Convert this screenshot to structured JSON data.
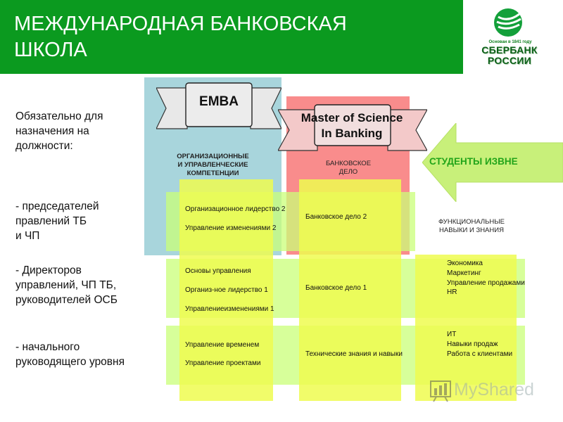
{
  "header": {
    "title_line1": "МЕЖДУНАРОДНАЯ БАНКОВСКАЯ",
    "title_line2": "ШКОЛА"
  },
  "logo": {
    "caption": "Основан в 1841 году",
    "name_line1": "СБЕРБАНК",
    "name_line2": "РОССИИ",
    "icon": "sberbank-logo-icon"
  },
  "left": {
    "intro": [
      "Обязательно для",
      "назначения на",
      "должности:"
    ],
    "level1": [
      "- председателей",
      "правлений ТБ",
      "и ЧП"
    ],
    "level2": [
      "- Директоров",
      "управлений, ЧП ТБ,",
      "руководителей ОСБ"
    ],
    "level3": [
      "- начального",
      "руководящего уровня"
    ]
  },
  "ribbons": {
    "emba": "EMBA",
    "ms_line1": "Master of Science",
    "ms_line2": "In Banking"
  },
  "columns": {
    "org": [
      "ОРГАНИЗАЦИОННЫЕ",
      "И УПРАВЛЕНЧЕСКИЕ",
      "КОМПЕТЕНЦИИ"
    ],
    "bank": [
      "БАНКОВСКОЕ",
      "ДЕЛО"
    ],
    "func": [
      "ФУНКЦИОНАЛЬНЫЕ",
      "НАВЫКИ И ЗНАНИЯ"
    ]
  },
  "students": "СТУДЕНТЫ ИЗВНЕ",
  "cells": {
    "org_top": [
      "Организационное лидерство 2",
      "Управление изменениями  2"
    ],
    "bank_top": "Банковское дело 2",
    "org_mid": [
      "Основы управления",
      "Организ-ное лидерство 1",
      "Управлениеизменениями  1"
    ],
    "bank_mid": "Банковское дело 1",
    "func_mid": [
      "Экономика",
      "Маркетинг",
      "Управление продажами",
      "HR"
    ],
    "org_bot": [
      "Управление временем",
      "Управление проектами"
    ],
    "bank_bot": "Технические знания и навыки",
    "func_bot": [
      "ИТ",
      "Навыки продаж",
      "Работа с клиентами"
    ]
  },
  "watermark": "MyShared",
  "colors": {
    "header": "#0b9a1f",
    "blue": "#a8d5dc",
    "pink": "#f98c8c",
    "band": "#caff78",
    "strip": "#eefc50",
    "arrow": "#c8f07a",
    "students": "#22a51a"
  }
}
